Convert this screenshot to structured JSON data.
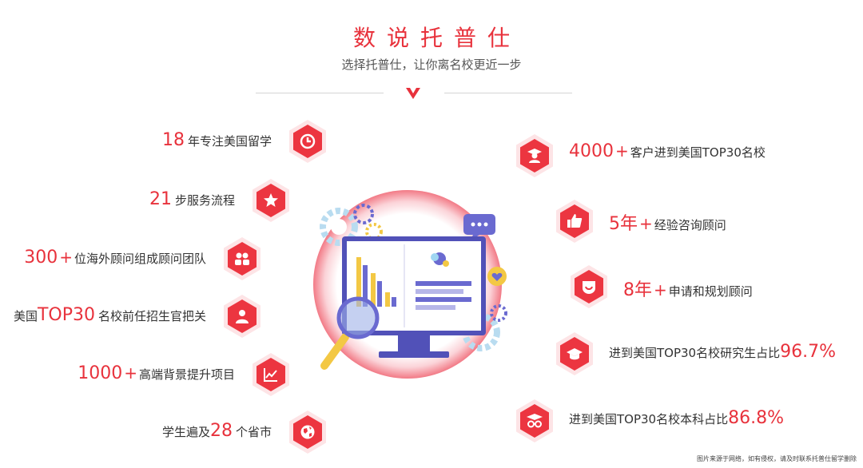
{
  "header": {
    "title": "数说托普仕",
    "subtitle": "选择托普仕，让你离名校更近一步"
  },
  "left_items": [
    {
      "num": "18",
      "plus": "",
      "pre": "",
      "text": "年专注美国留学",
      "icon": "clock-icon"
    },
    {
      "num": "21",
      "plus": "",
      "pre": "",
      "text": "步服务流程",
      "icon": "star-icon"
    },
    {
      "num": "300",
      "plus": "+",
      "pre": "",
      "text": "位海外顾问组成顾问团队",
      "icon": "team-icon"
    },
    {
      "num": "TOP30",
      "plus": "",
      "pre": "美国",
      "text": "名校前任招生官把关",
      "icon": "person-icon"
    },
    {
      "num": "1000",
      "plus": "+",
      "pre": "",
      "text": "高端背景提升项目",
      "icon": "chart-icon"
    },
    {
      "num": "28",
      "plus": "",
      "pre": "学生遍及",
      "text": "个省市",
      "icon": "globe-icon"
    }
  ],
  "right_items": [
    {
      "num": "4000",
      "plus": "+",
      "pre": "",
      "text": "客户进到美国TOP30名校",
      "icon": "graduate-icon"
    },
    {
      "num": "5年",
      "plus": "+",
      "pre": "",
      "text": "经验咨询顾问",
      "icon": "thumbs-up-icon"
    },
    {
      "num": "8年",
      "plus": "+",
      "pre": "",
      "text": "申请和规划顾问",
      "icon": "smile-icon"
    },
    {
      "num": "96.7%",
      "plus": "",
      "pre": "进到美国TOP30名校研究生占比",
      "text": "",
      "icon": "mortarboard-icon"
    },
    {
      "num": "86.8%",
      "plus": "",
      "pre": "进到美国TOP30名校本科占比",
      "text": "",
      "icon": "glasses-icon"
    }
  ],
  "footnote": "图片来源于网络，如有侵权，请及时联系托普仕留学删除",
  "colors": {
    "accent": "#e8323c",
    "hex_bg": "#ec3540",
    "hex_halo": "#fde4e6"
  }
}
